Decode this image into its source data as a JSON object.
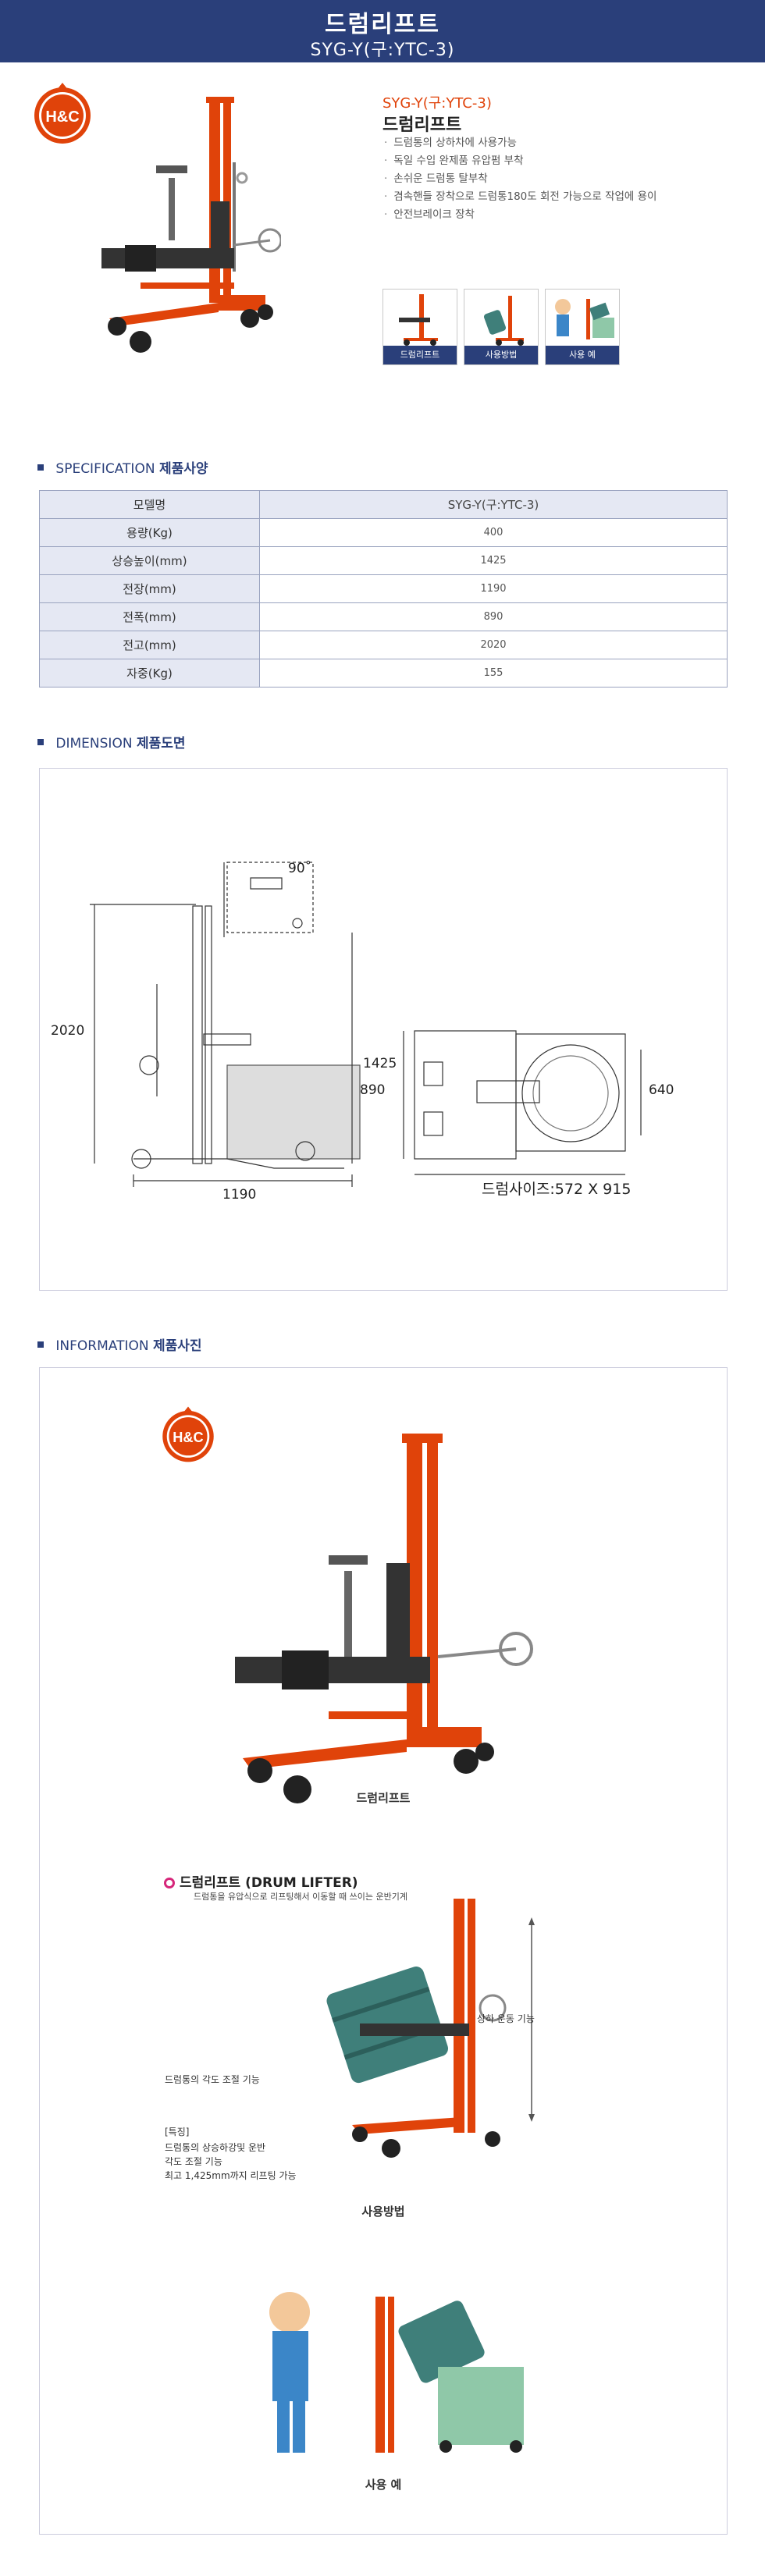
{
  "header": {
    "title": "드럼리프트",
    "subtitle": "SYG-Y(구:YTC-3)"
  },
  "brand": {
    "logo_text": "H&C",
    "accent": "#e0430a",
    "navy": "#2a3f7a"
  },
  "product": {
    "model_line": "SYG-Y(구:YTC-3)",
    "name": "드럼리프트",
    "features": [
      "드럼통의 상하차에 사용가능",
      "독일 수입 완제품 유압펌 부착",
      "손쉬운 드럼통 탈부착",
      "겸속핸들 장착으로 드럼통180도 회전 가능으로 작업에 용이",
      "안전브레이크 장착"
    ],
    "thumbs": [
      "드럼리프트",
      "사용방법",
      "사용 예"
    ]
  },
  "spec": {
    "section_en": "SPECIFICATION",
    "section_kr": "제품사양",
    "header": {
      "label": "모델명",
      "value": "SYG-Y(구:YTC-3)"
    },
    "rows": [
      {
        "label": "용량(Kg)",
        "value": "400"
      },
      {
        "label": "상승높이(mm)",
        "value": "1425"
      },
      {
        "label": "전장(mm)",
        "value": "1190"
      },
      {
        "label": "전폭(mm)",
        "value": "890"
      },
      {
        "label": "전고(mm)",
        "value": "2020"
      },
      {
        "label": "자중(Kg)",
        "value": "155"
      }
    ]
  },
  "dimension": {
    "section_en": "DIMENSION",
    "section_kr": "제품도면",
    "angle": "90˚",
    "height_total": "2020",
    "lift_height": "1425",
    "length": "1190",
    "width": "890",
    "drum_width": "640",
    "drum_size": "드럼사이즈:572 X 915"
  },
  "info": {
    "section_en": "INFORMATION",
    "section_kr": "제품사진",
    "caption1": "드럼리프트",
    "drum_title": "드럼리프트 (DRUM LIFTER)",
    "drum_sub": "드럼통을 유압식으로 리프팅해서 이동할 때 쓰이는 운반기계",
    "callout_updown": "상하 운동 기능",
    "callout_angle": "드럼통의 각도 조절 기능",
    "features_title": "[특징]",
    "features": [
      "드럼통의 상승하강및 운반",
      "각도 조절 기능",
      "최고 1,425mm까지 리프팅 가능"
    ],
    "caption2": "사용방법",
    "caption3": "사용 예"
  }
}
